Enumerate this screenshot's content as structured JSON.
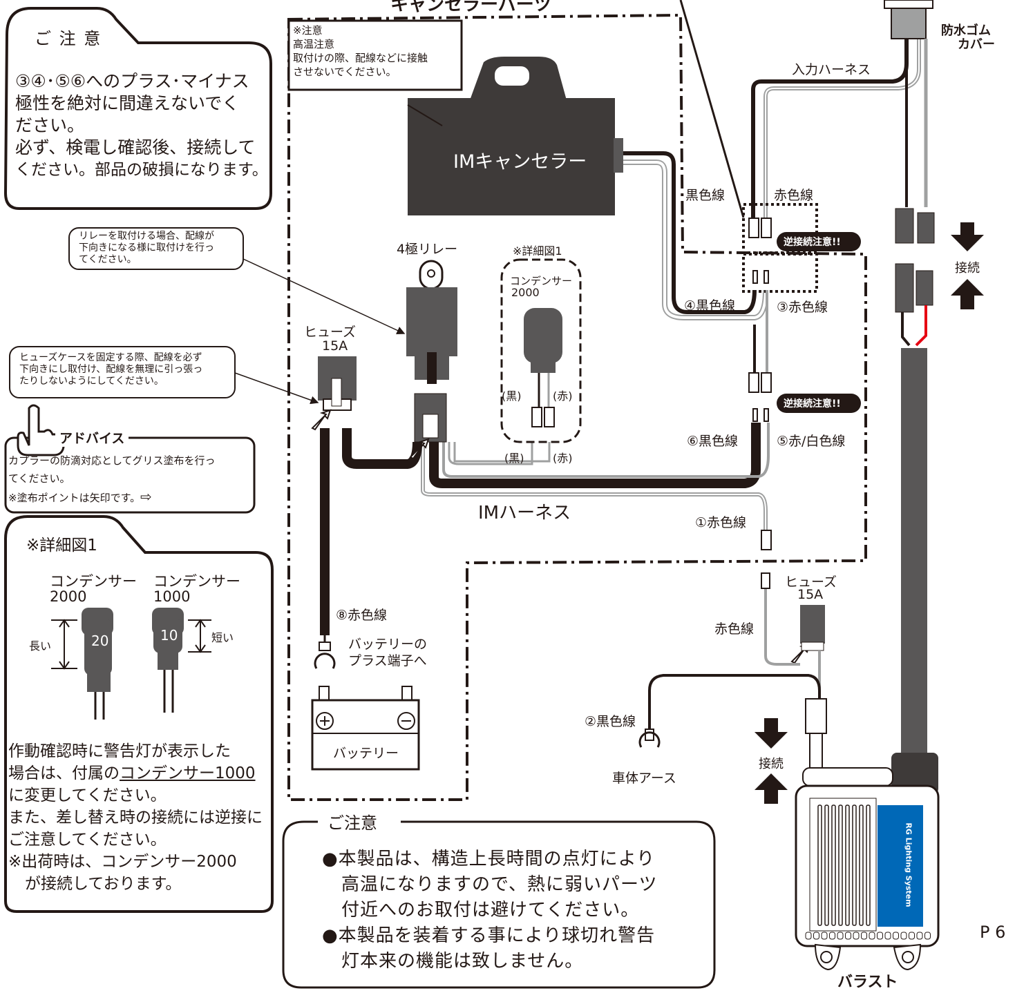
{
  "section_title": "キャンセラーパーツ",
  "notice_top": {
    "title": "ご 注 意",
    "lines": [
      "③④･⑤⑥へのプラス･マイナス",
      "極性を絶対に間違えないでく",
      "ださい。",
      "必ず、検電し確認後、接続して",
      "ください。部品の破損になります。"
    ]
  },
  "caution_box": {
    "lines": [
      "※注意",
      "高温注意",
      "取付けの際、配線などに接触",
      "させないでください。"
    ]
  },
  "relay_note": {
    "lines": [
      "リレーを取付ける場合、配線が",
      "下向きになる様に取付けを行っ",
      "てください。"
    ]
  },
  "fuse_note": {
    "lines": [
      "ヒューズケースを固定する際、配線を必ず",
      "下向きにし取付け、配線を無理に引っ張っ",
      "たりしないようにしてください。"
    ]
  },
  "advice": {
    "title": "アドバイス",
    "lines": [
      "カプラーの防滴対応としてグリス塗布を行っ",
      "てください。",
      "※塗布ポイントは矢印です。"
    ]
  },
  "detail_box": {
    "title": "※詳細図1",
    "cap_2000": {
      "name": "コンデンサー",
      "value": "2000",
      "mark": "20"
    },
    "cap_1000": {
      "name": "コンデンサー",
      "value": "1000",
      "mark": "10"
    },
    "long": "長い",
    "short": "短い",
    "text_a": "作動確認時に警告灯が表示した",
    "text_b": "場合は、付属の",
    "text_link": "コンデンサー1000",
    "text_c": "に変更してください。",
    "text_d": "また、差し替え時の接続には逆接に",
    "text_e": "ご注意してください。",
    "text_f": "※出荷時は、コンデンサー2000",
    "text_g": "が接続しております。"
  },
  "bottom_notice": {
    "title": "ご注意",
    "lines": [
      "●本製品は、構造上長時間の点灯により",
      "高温になりますので、熱に弱いパーツ",
      "付近へのお取付は避けてください。",
      "●本製品を装着する事により球切れ警告",
      "灯本来の機能は致しません。"
    ]
  },
  "labels": {
    "im_canceller": "IMキャンセラー",
    "relay": "4極リレー",
    "detail_ref": "※詳細図1",
    "condenser": "コンデンサー",
    "condenser_value": "2000",
    "black_paren": "(黒)",
    "red_paren": "(赤)",
    "fuse": "ヒューズ",
    "fuse_rating": "15A",
    "black_wire": "黒色線",
    "red_wire": "赤色線",
    "reverse_warning": "逆接続注意!!",
    "w4": "④黒色線",
    "w3": "③赤色線",
    "w6": "⑥黒色線",
    "w5": "⑤赤/白色線",
    "w1": "①赤色線",
    "w8": "⑧赤色線",
    "w2": "②黒色線",
    "im_harness": "IMハーネス",
    "input_harness": "入力ハーネス",
    "rubber_cover_1": "防水ゴム",
    "rubber_cover_2": "カバー",
    "connect": "接続",
    "battery_to_1": "バッテリーの",
    "battery_to_2": "プラス端子へ",
    "battery": "バッテリー",
    "body_ground": "車体アース",
    "ballast": "バラスト",
    "page": "P 6",
    "ballast_brand": "RG Lighting System"
  },
  "colors": {
    "ink": "#231815",
    "unit_fill": "#3e3a39",
    "connector": "#595757",
    "red_wire": "#e60012",
    "grey_wire": "#9fa0a0",
    "label_blue": "#0068b7"
  }
}
